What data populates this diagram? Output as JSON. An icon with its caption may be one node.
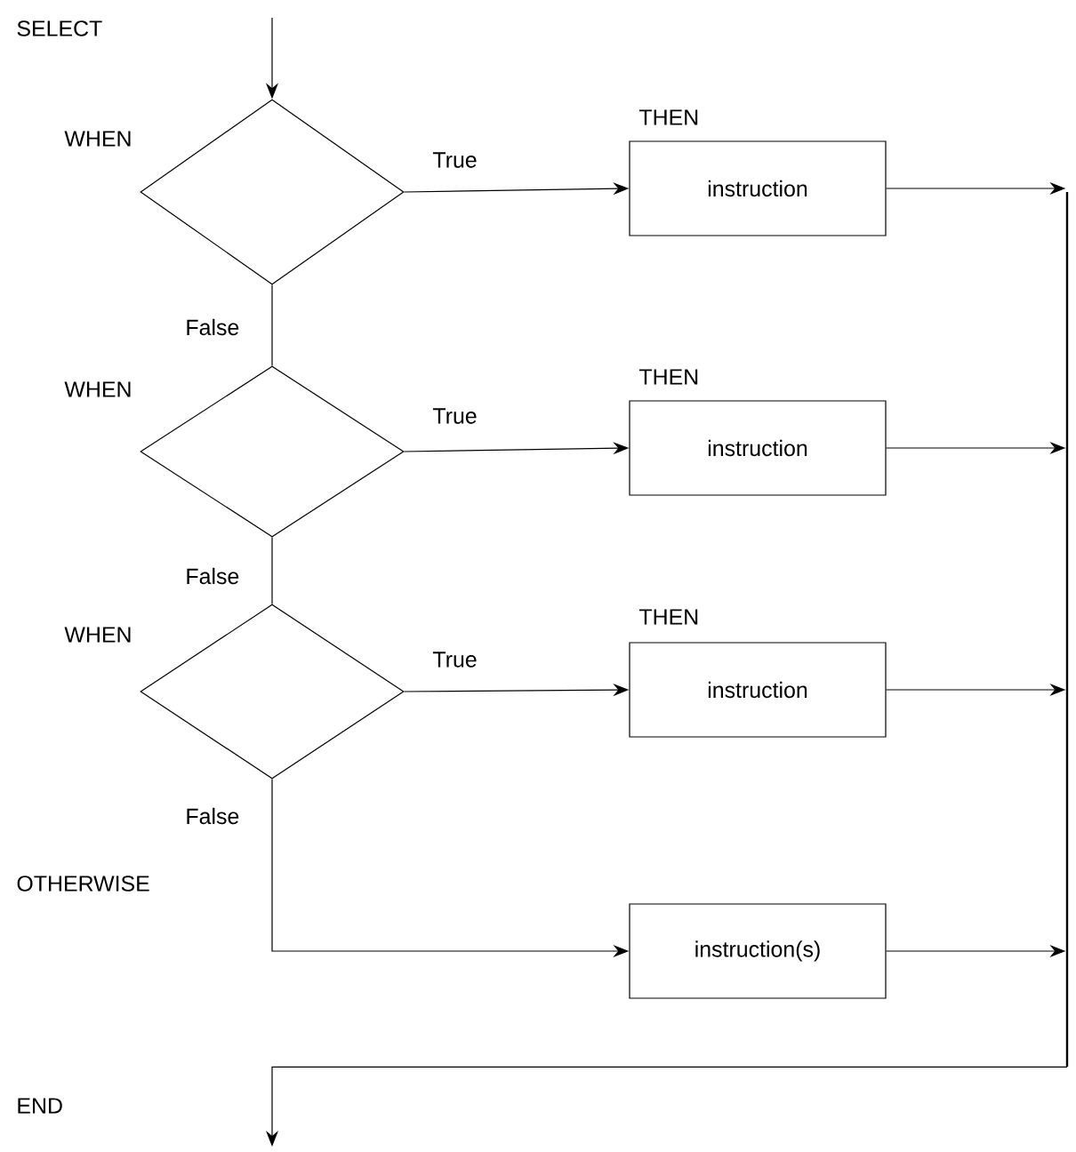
{
  "diagram": {
    "nodes": [
      {
        "text": [],
        "shape": "diamond",
        "beside": [
          "WHEN"
        ]
      },
      {
        "text": [
          "instruction"
        ],
        "beside": [
          "THEN"
        ]
      },
      {
        "text": [],
        "shape": "diamond",
        "beside": [
          "WHEN"
        ]
      },
      {
        "text": [
          "instruction"
        ],
        "beside": [
          "THEN"
        ]
      },
      {
        "text": [],
        "shape": "diamond",
        "beside": [
          "WHEN"
        ]
      },
      {
        "text": [
          "instruction"
        ],
        "beside": [
          "THEN"
        ]
      },
      {
        "text": [
          "instruction(s)"
        ]
      },
      {
        "text": [],
        "shape": "bar"
      }
    ],
    "edges": [
      {
        "from": null,
        "to": 0,
        "arrow": "to"
      },
      {
        "from": 0,
        "to": 1,
        "arrow": "to",
        "label": "True"
      },
      {
        "from": 0,
        "to": 2,
        "arrow": "none",
        "label": "False"
      },
      {
        "from": 2,
        "to": 3,
        "arrow": "to",
        "label": "True"
      },
      {
        "from": 2,
        "to": 4,
        "arrow": "none",
        "label": "False"
      },
      {
        "from": 4,
        "to": 5,
        "arrow": "to",
        "label": "True"
      },
      {
        "from": 4,
        "to": 6,
        "arrow": "to",
        "label": "False"
      },
      {
        "from": 1,
        "to": 7,
        "arrow": "to"
      },
      {
        "from": 3,
        "to": 7,
        "arrow": "to"
      },
      {
        "from": 5,
        "to": 7,
        "arrow": "to"
      },
      {
        "from": 6,
        "to": 7,
        "arrow": "to"
      },
      {
        "from": 7,
        "to": null,
        "arrow": "to"
      }
    ],
    "labels": [
      "SELECT",
      "OTHERWISE",
      "END"
    ]
  }
}
